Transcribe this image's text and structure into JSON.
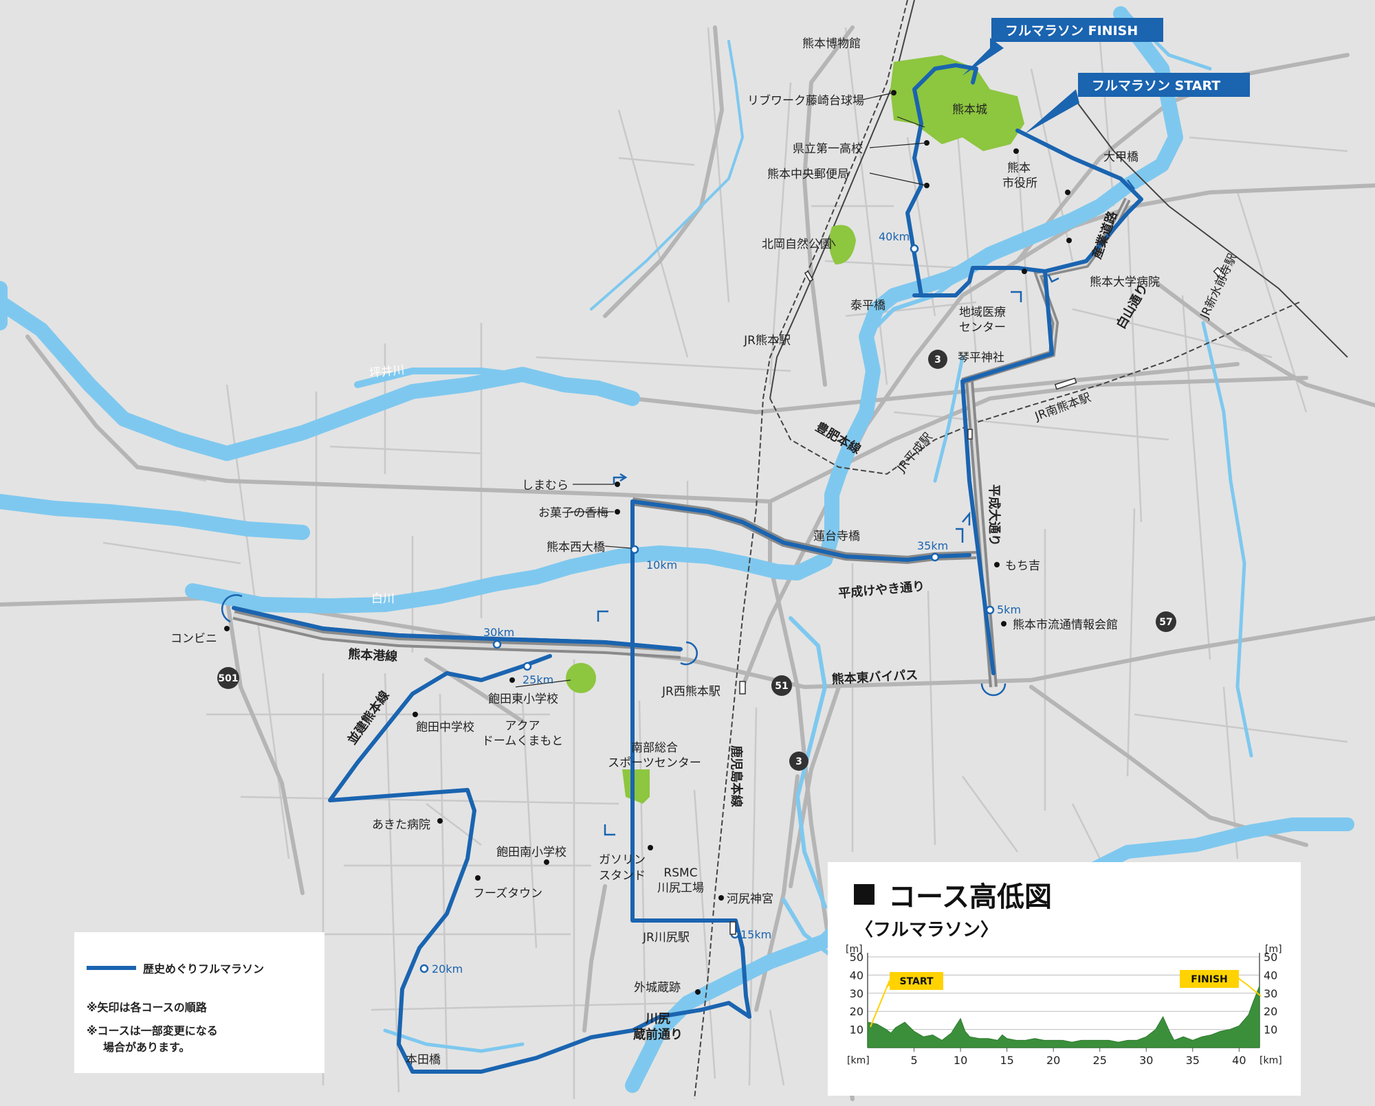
{
  "callouts": {
    "finish": "フルマラソン FINISH",
    "start": "フルマラソン START"
  },
  "landmarks": {
    "museum": "熊本博物館",
    "ballpark": "リブワーク藤崎台球場",
    "castle": "熊本城",
    "school1": "県立第一高校",
    "post": "熊本中央郵便局",
    "cityhall": "熊本\n市役所",
    "ohkou": "大甲橋",
    "kitaoka": "北岡自然公園",
    "taihei": "泰平橋",
    "chiiki": "地域医療\nセンター",
    "univ": "熊本大学病院",
    "kotohira": "琴平神社",
    "shimamura": "しまむら",
    "kobai": "お菓子の香梅",
    "nishiohashi": "熊本西大橋",
    "rendaiji": "蓮台寺橋",
    "mochikichi": "もち吉",
    "ryutsu": "熊本市流通情報会館",
    "konbini": "コンビニ",
    "aqua": "アクア\nドームくまもと",
    "akitahigashi": "飽田東小学校",
    "akitachu": "飽田中学校",
    "nanbu": "南部総合\nスポーツセンター",
    "akitahosp": "あきた病院",
    "akitaminami": "飽田南小学校",
    "foods": "フーズタウン",
    "gas": "ガソリン\nスタンド",
    "rsmc": "RSMC\n川尻工場",
    "kawashiri_shrine": "河尻神宮",
    "tokiura": "外城蔵跡",
    "honda": "本田橋"
  },
  "stations": {
    "kumamoto": "JR熊本駅",
    "minamikumamoto": "JR南熊本駅",
    "heisei": "JR平成駅",
    "suizenji": "JR新水前寺駅",
    "nishikumamoto": "JR西熊本駅",
    "kawashiri": "JR川尻駅"
  },
  "roads": {
    "sangyo": "産業道路",
    "hakuzan": "白山通り",
    "hohi": "豊肥本線",
    "heiseiodori": "平成大通り",
    "keyaki": "平成けやき通り",
    "kowan": "熊本港線",
    "higashibypass": "熊本東バイパス",
    "namiki": "並建熊本線",
    "kagoshima": "鹿児島本線",
    "kurazen": "川尻\n蔵前通り"
  },
  "rivers": {
    "tsuboi": "坪井川",
    "shira": "白川"
  },
  "km_marks": {
    "k5": "5km",
    "k10": "10km",
    "k15": "15km",
    "k20": "20km",
    "k25": "25km",
    "k30": "30km",
    "k35": "35km",
    "k40": "40km"
  },
  "route_numbers": {
    "r3a": "3",
    "r3b": "3",
    "r51": "51",
    "r57": "57",
    "r501": "501"
  },
  "legend": {
    "line_label": "歴史めぐりフルマラソン",
    "note1": "※矢印は各コースの順路",
    "note2a": "※コースは一部変更になる",
    "note2b": "場合があります。"
  },
  "colors": {
    "route": "#1a64b0",
    "river": "#7ec8ef",
    "park": "#8dc63f",
    "callout": "#1a64b0",
    "tag": "#ffd200",
    "fill": "#3b8f3b"
  },
  "elevation": {
    "title": "コース高低図",
    "subtitle": "〈フルマラソン〉",
    "unit_m": "[m]",
    "unit_km": "[km]",
    "start_label": "START",
    "finish_label": "FINISH",
    "chart_data": {
      "type": "area",
      "title": "コース高低図",
      "xlabel": "[km]",
      "ylabel": "[m]",
      "xlim": [
        0,
        42.195
      ],
      "ylim": [
        0,
        50
      ],
      "xticks": [
        5,
        10,
        15,
        20,
        25,
        30,
        35,
        40
      ],
      "yticks": [
        10,
        20,
        30,
        40,
        50
      ],
      "grid": true,
      "x": [
        0,
        1,
        2,
        2.5,
        3,
        4,
        5,
        6,
        7,
        8,
        9,
        9.5,
        10,
        10.5,
        11,
        12,
        13,
        14,
        14.5,
        15,
        16,
        17,
        18,
        19,
        20,
        21,
        22,
        23,
        24,
        25,
        26,
        27,
        28,
        29,
        30,
        31,
        31.8,
        32.5,
        33,
        34,
        35,
        36,
        37,
        38,
        39,
        40,
        41,
        41.5,
        42.195
      ],
      "y": [
        14,
        13,
        10,
        8,
        11,
        14,
        9,
        6,
        7,
        4,
        8,
        12,
        16,
        9,
        6,
        5,
        5,
        4,
        7,
        5,
        4,
        4,
        5,
        4,
        4,
        4,
        3,
        4,
        4,
        4,
        4,
        3,
        4,
        4,
        6,
        10,
        17,
        9,
        4,
        6,
        4,
        6,
        7,
        9,
        10,
        12,
        18,
        25,
        34
      ]
    }
  }
}
